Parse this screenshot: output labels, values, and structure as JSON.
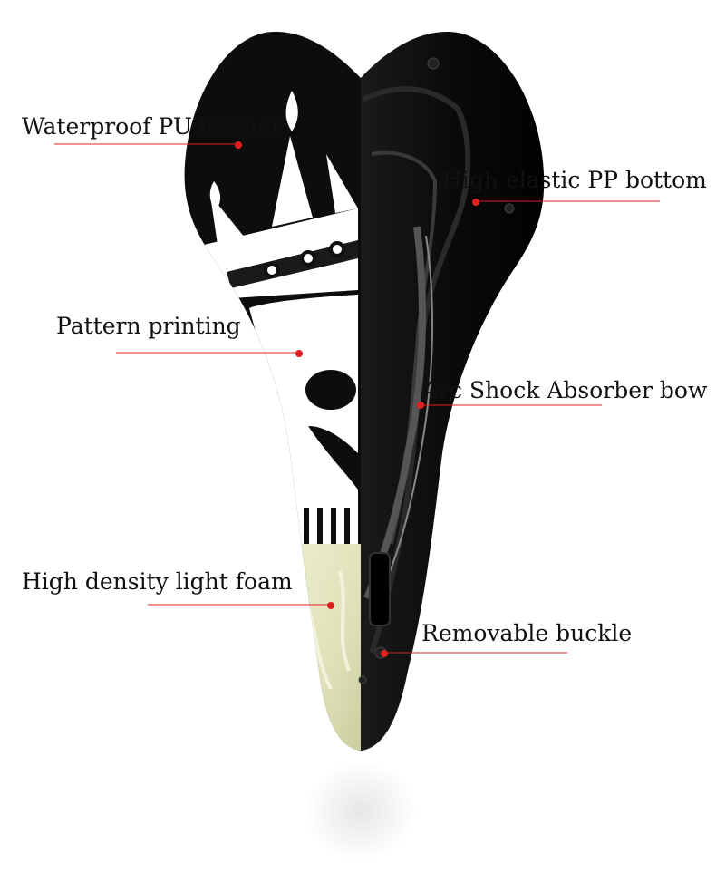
{
  "annotations": {
    "waterproof_leather": "Waterproof PU leather",
    "elastic_bottom": "High elastic PP bottom",
    "pattern_printing": "Pattern printing",
    "shock_bow": "Arc Shock Absorber bow",
    "light_foam": "High density light foam",
    "buckle": "Removable buckle"
  },
  "colors": {
    "pointer": "#e02020",
    "shell": "#0d0d0d",
    "print_white": "#ffffff",
    "foam": "#e6e8c4"
  }
}
